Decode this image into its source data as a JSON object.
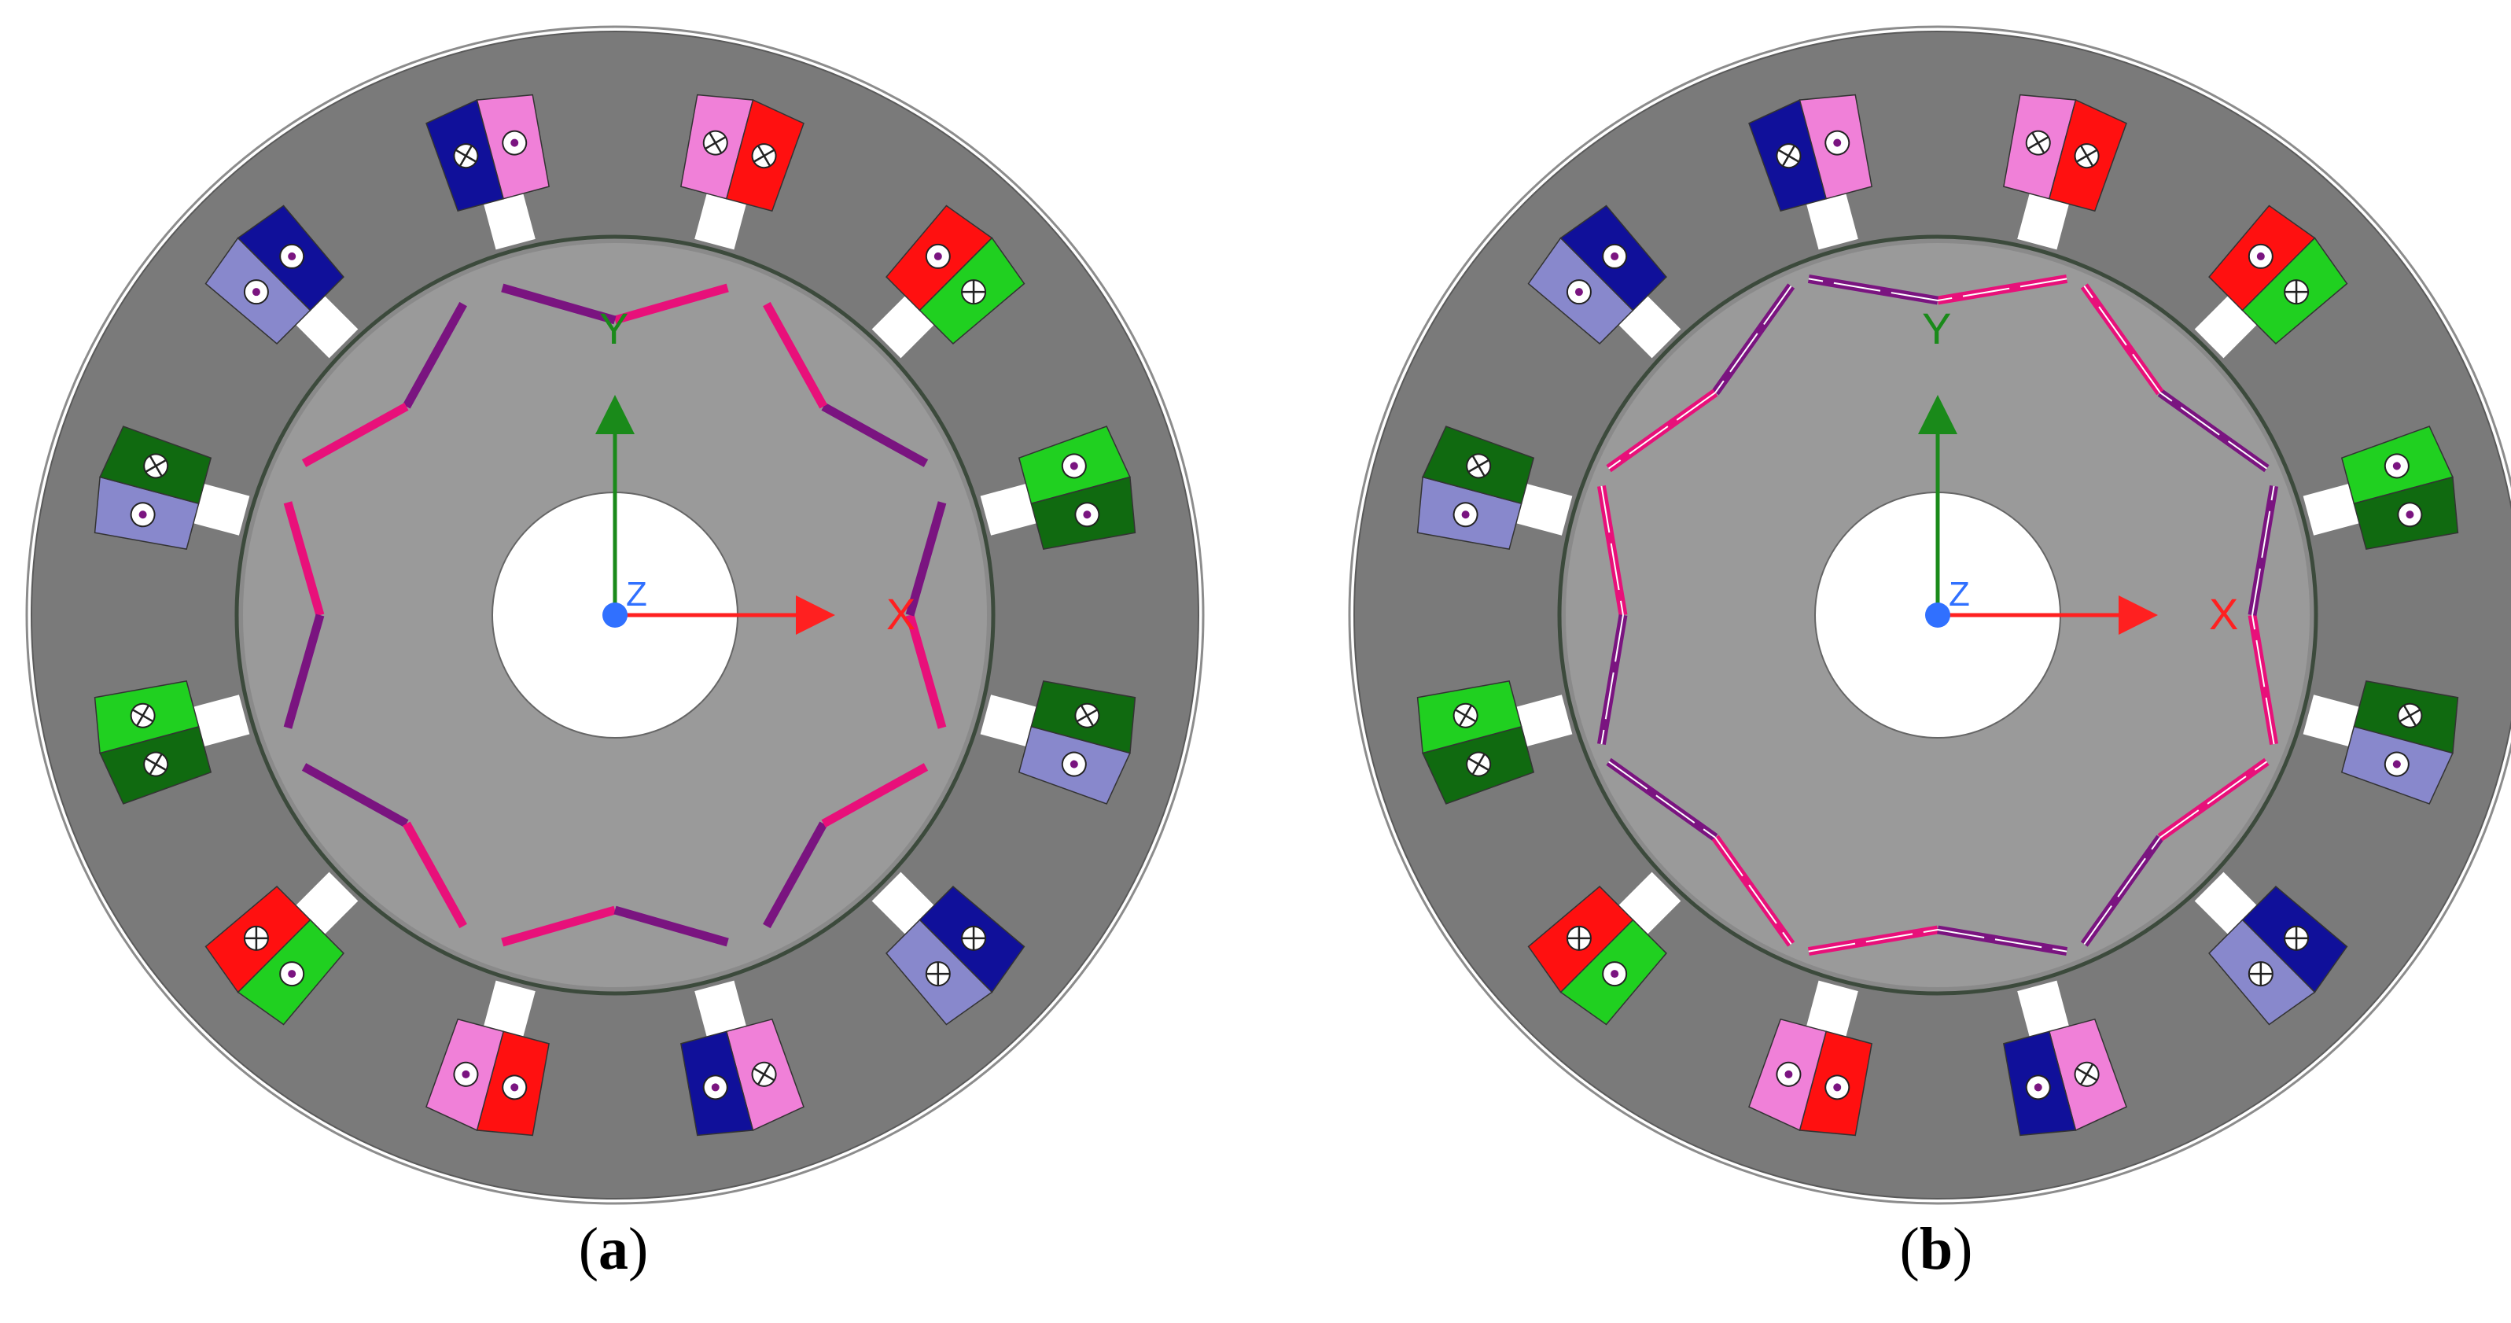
{
  "figures": [
    {
      "id": "a",
      "caption_open": "(",
      "caption_letter": "a",
      "caption_close": ")",
      "axes": {
        "x_label": "X",
        "y_label": "Y",
        "z_label": "Z"
      }
    },
    {
      "id": "b",
      "caption_open": "(",
      "caption_letter": "b",
      "caption_close": ")",
      "axes": {
        "x_label": "X",
        "y_label": "Y",
        "z_label": "Z"
      }
    }
  ],
  "colors": {
    "stator": "#7a7a7a",
    "rotor": "#9a9a9a",
    "shaft": "#ffffff",
    "x_axis": "#ff2020",
    "y_axis": "#1a8a1a",
    "z_axis": "#3070ff",
    "magnet_pink": "#e8107a",
    "magnet_purple": "#7a1480",
    "phase_a_1": "#ff1010",
    "phase_a_2": "#f080d8",
    "phase_b_1": "#10109a",
    "phase_b_2": "#8888cc",
    "phase_c_1": "#20d020",
    "phase_c_2": "#106a10"
  },
  "coil_pairs": [
    [
      "phase_b_1",
      "phase_a_2"
    ],
    [
      "phase_a_2",
      "phase_a_1"
    ],
    [
      "phase_a_1",
      "phase_c_1"
    ],
    [
      "phase_c_1",
      "phase_c_2"
    ],
    [
      "phase_c_2",
      "phase_b_2"
    ],
    [
      "phase_b_1",
      "phase_b_2"
    ],
    [
      "phase_a_2",
      "phase_b_1"
    ],
    [
      "phase_a_1",
      "phase_a_2"
    ],
    [
      "phase_c_1",
      "phase_a_1"
    ],
    [
      "phase_c_2",
      "phase_c_1"
    ],
    [
      "phase_b_2",
      "phase_c_2"
    ],
    [
      "phase_b_2",
      "phase_b_1"
    ]
  ],
  "coil_markers": [
    [
      "cross",
      "dot"
    ],
    [
      "cross",
      "cross"
    ],
    [
      "dot",
      "cross"
    ],
    [
      "dot",
      "dot"
    ],
    [
      "cross",
      "dot"
    ],
    [
      "cross",
      "cross"
    ],
    [
      "cross",
      "dot"
    ],
    [
      "dot",
      "dot"
    ],
    [
      "dot",
      "cross"
    ],
    [
      "cross",
      "cross"
    ],
    [
      "dot",
      "cross"
    ],
    [
      "dot",
      "dot"
    ]
  ]
}
